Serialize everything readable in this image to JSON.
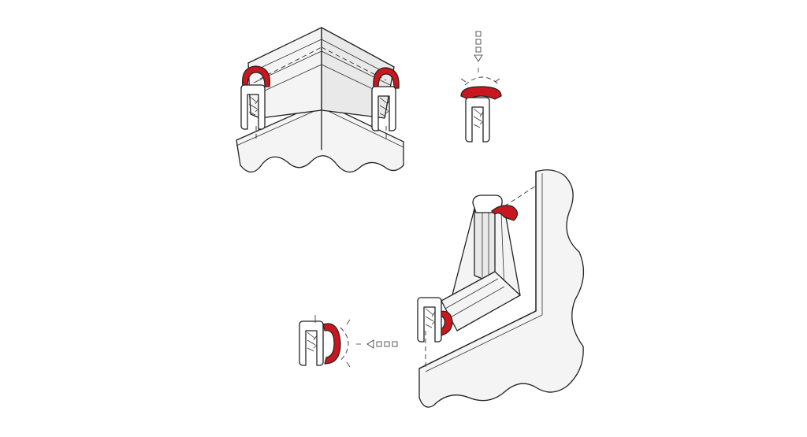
{
  "colors": {
    "seal_accent": "#c8171e",
    "outline": "#222222",
    "panel_fill": "#f4f4f4",
    "background": "#ffffff"
  },
  "figures": [
    {
      "id": "corner-horizontal-assembly"
    },
    {
      "id": "profile-top-insertion"
    },
    {
      "id": "corner-vertical-assembly"
    },
    {
      "id": "profile-side-insertion"
    }
  ],
  "icons": [
    "arrow-down-icon",
    "arrow-left-icon"
  ]
}
